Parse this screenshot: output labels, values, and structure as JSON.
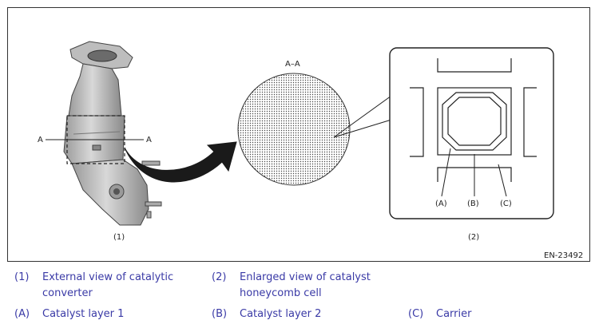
{
  "figure": {
    "section_label": "A–A",
    "section_marker": "A",
    "view_1_label": "(1)",
    "view_2_label": "(2)",
    "detail_labels": [
      "(A)",
      "(B)",
      "(C)"
    ],
    "figure_code": "EN-23492"
  },
  "legend": [
    {
      "key": "(1)",
      "text": "External view of catalytic converter"
    },
    {
      "key": "(2)",
      "text": "Enlarged view of catalyst honeycomb cell"
    },
    {
      "key": "(A)",
      "text": "Catalyst layer 1"
    },
    {
      "key": "(B)",
      "text": "Catalyst layer 2"
    },
    {
      "key": "(C)",
      "text": "Carrier"
    }
  ],
  "colors": {
    "legend_text": "#3a3aa6",
    "line": "#222222"
  }
}
